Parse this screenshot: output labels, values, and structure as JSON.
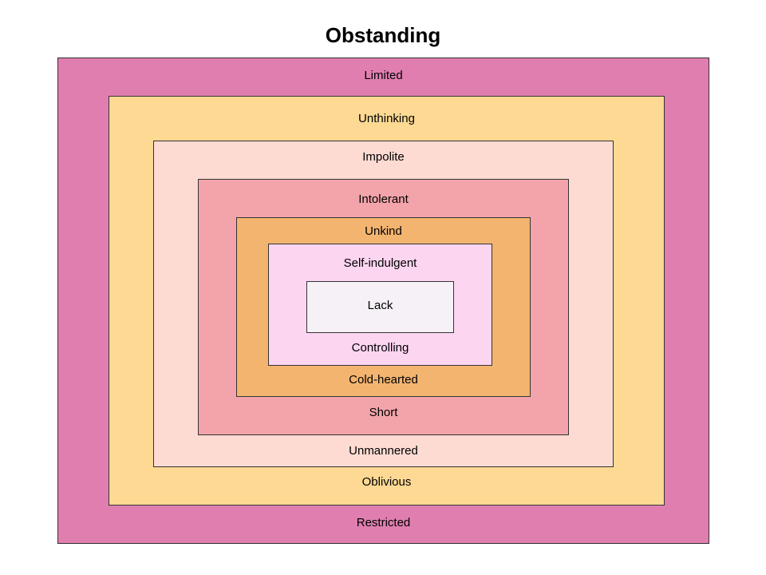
{
  "title": "Obstanding",
  "layers": [
    {
      "top": "Limited",
      "bottom": "Restricted",
      "color": "#E07FAF"
    },
    {
      "top": "Unthinking",
      "bottom": "Oblivious",
      "color": "#FDD993"
    },
    {
      "top": "Impolite",
      "bottom": "Unmannered",
      "color": "#FDDBD2"
    },
    {
      "top": "Intolerant",
      "bottom": "Short",
      "color": "#F2A4AA"
    },
    {
      "top": "Unkind",
      "bottom": "Cold-hearted",
      "color": "#F3B470"
    },
    {
      "top": "Self-indulgent",
      "bottom": "Controlling",
      "color": "#FCD5F1"
    },
    {
      "center": "Lack",
      "color": "#F6F1F7"
    }
  ]
}
